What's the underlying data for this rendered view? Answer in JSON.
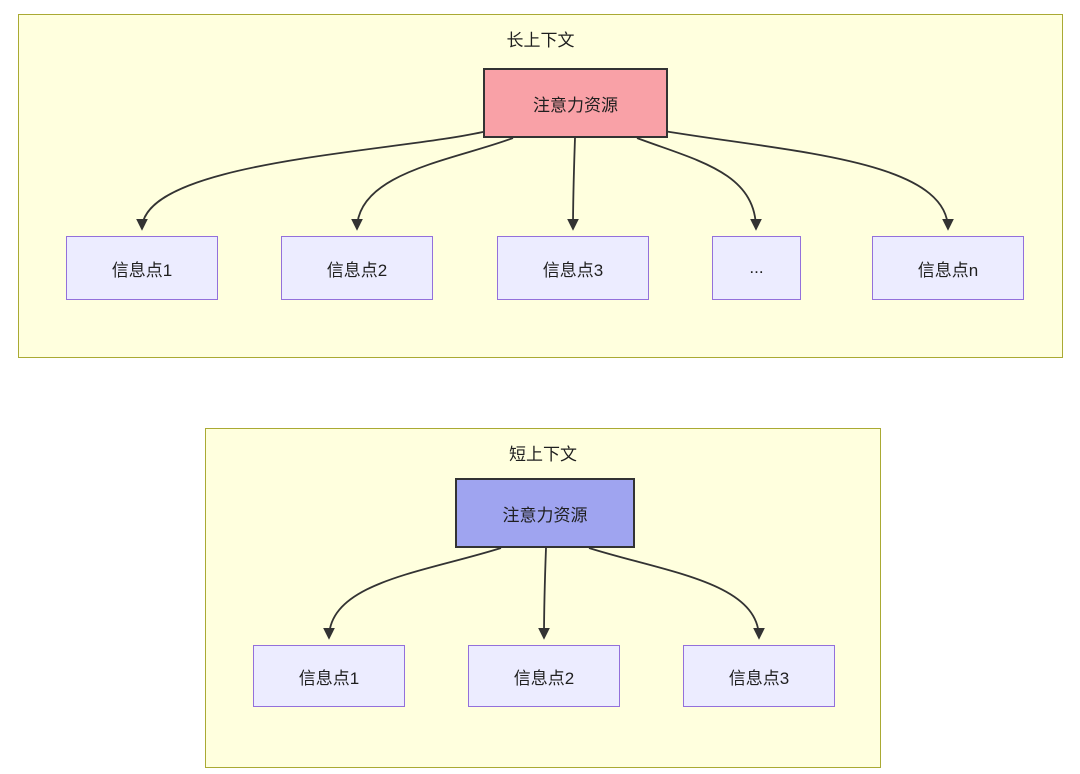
{
  "diagram": {
    "long": {
      "title": "长上下文",
      "source_label": "注意力资源",
      "targets": [
        "信息点1",
        "信息点2",
        "信息点3",
        "...",
        "信息点n"
      ]
    },
    "short": {
      "title": "短上下文",
      "source_label": "注意力资源",
      "targets": [
        "信息点1",
        "信息点2",
        "信息点3"
      ]
    }
  },
  "colors": {
    "panel_fill": "#ffffde",
    "panel_border": "#aaaa33",
    "node_fill": "#ececff",
    "node_border": "#9370db",
    "long_source_fill": "#f9a1a7",
    "short_source_fill": "#9fa4f0",
    "source_border": "#333333",
    "edge_color": "#333333",
    "text_color": "#1f1f1f"
  }
}
